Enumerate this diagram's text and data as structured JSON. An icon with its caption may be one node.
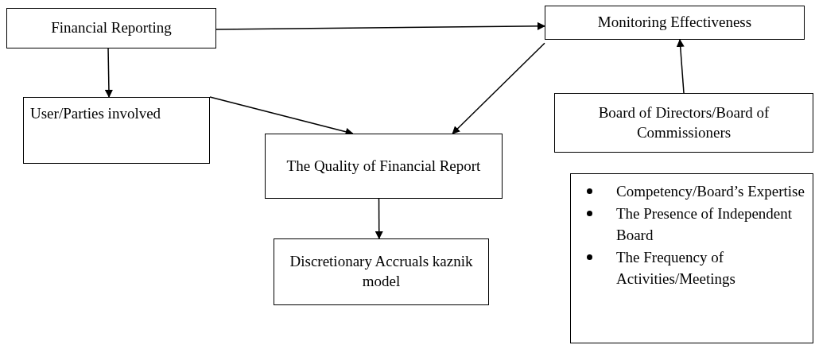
{
  "diagram": {
    "nodes": [
      {
        "text": [
          "Financial Reporting"
        ]
      },
      {
        "text": [
          "Monitoring Effectiveness"
        ]
      },
      {
        "text": [
          "User/Parties involved"
        ]
      },
      {
        "text": [
          "The Quality of Financial Report"
        ]
      },
      {
        "text": [
          "Board of Directors/Board of Commissioners"
        ]
      },
      {
        "text": [
          "Discretionary Accruals kaznik model"
        ]
      },
      {
        "text": [
          "Competency/Board’s Expertise",
          "The Presence of Independent Board",
          "The Frequency of Activities/Meetings"
        ]
      }
    ],
    "edges": [
      {
        "from": 0,
        "to": 1,
        "arrow": "to"
      },
      {
        "from": 0,
        "to": 2,
        "arrow": "to"
      },
      {
        "from": 2,
        "to": 3,
        "arrow": "to"
      },
      {
        "from": 1,
        "to": 3,
        "arrow": "to"
      },
      {
        "from": 4,
        "to": 1,
        "arrow": "to"
      },
      {
        "from": 3,
        "to": 5,
        "arrow": "to"
      }
    ]
  }
}
